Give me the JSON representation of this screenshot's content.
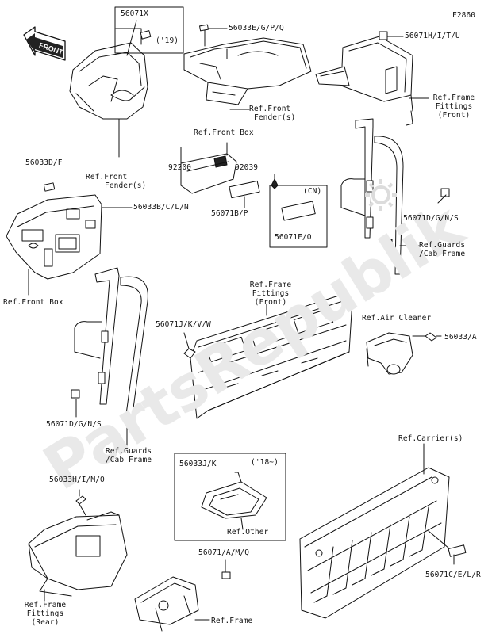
{
  "figure_code": "F2860",
  "watermark": "PartsRepublik",
  "parts": {
    "p56071X": "56071X",
    "yr19": "('19)",
    "p56033EGPQ": "56033E/G/P/Q",
    "p56071HITU": "56071H/I/T/U",
    "ref_frame_fittings_front_a": [
      "Ref.Frame",
      "Fittings",
      "(Front)"
    ],
    "ref_front_fender_top": [
      "Ref.Front",
      "Fender(s)"
    ],
    "ref_front_box_top": "Ref.Front Box",
    "p92200": "92200",
    "p92039": "92039",
    "cn": "(CN)",
    "p56071BP": "56071B/P",
    "p56071FO": "56071F/O",
    "ref_front_fender_left": [
      "Ref.Front",
      "Fender(s)"
    ],
    "p56033DF": "56033D/F",
    "p56033BCLN": "56033B/C/L/N",
    "ref_front_box_left": "Ref.Front Box",
    "p56071DGNS_right": "56071D/G/N/S",
    "ref_guards_right": [
      "Ref.Guards",
      "/Cab Frame"
    ],
    "ref_frame_fittings_front_b": [
      "Ref.Frame",
      "Fittings",
      "(Front)"
    ],
    "p56071JKVW": "56071J/K/V/W",
    "ref_air_cleaner": "Ref.Air Cleaner",
    "p56033A": "56033/A",
    "p56071DGNS_left": "56071D/G/N/S",
    "ref_guards_left": [
      "Ref.Guards",
      "/Cab Frame"
    ],
    "ref_carriers": "Ref.Carrier(s)",
    "p56033JK": "56033J/K",
    "yr18": "('18~)",
    "ref_other": "Ref.Other",
    "p56033HIMO": "56033H/I/M/O",
    "p56071AMQ": "56071/A/M/Q",
    "ref_frame_fittings_rear": [
      "Ref.Frame",
      "Fittings",
      "(Rear)"
    ],
    "ref_frame": "Ref.Frame",
    "p56071CELR": "56071C/E/L/R",
    "front_arrow": "FRONT"
  }
}
